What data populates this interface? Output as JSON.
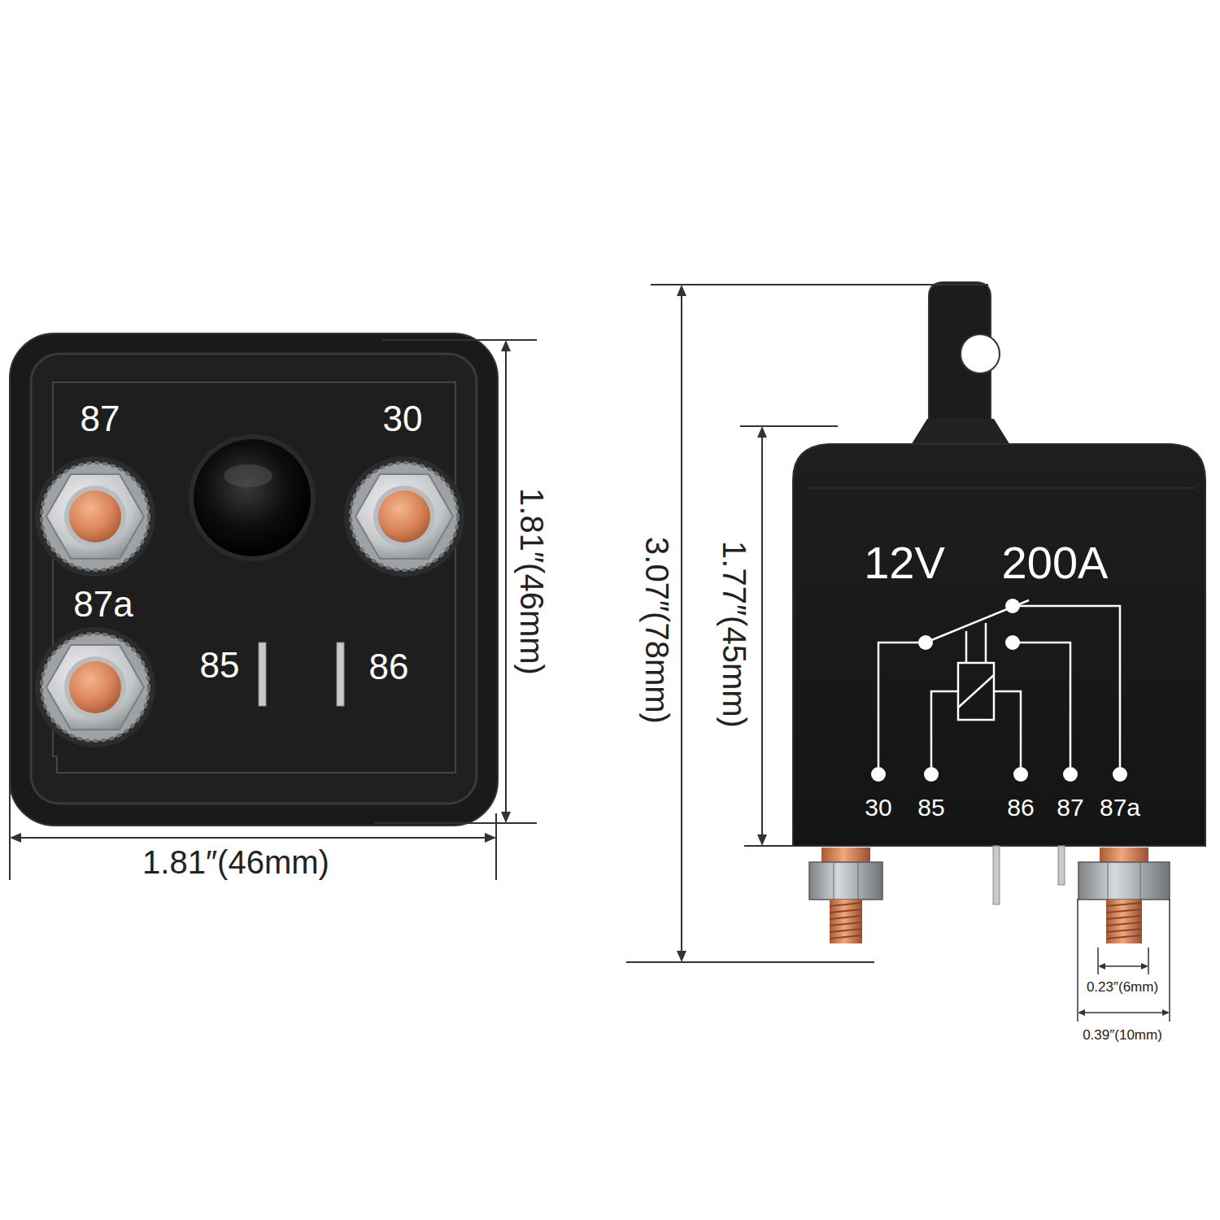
{
  "diagram": {
    "labels": [
      "87",
      "30",
      "87a",
      "85",
      "86",
      "1.81″(46mm)",
      "1.81″(46mm)",
      "3.07″(78mm)",
      "1.77″(45mm)",
      "12V",
      "200A",
      "30",
      "85",
      "86",
      "87",
      "87a",
      "0.23″(6mm)",
      "0.39″(10mm)"
    ]
  }
}
